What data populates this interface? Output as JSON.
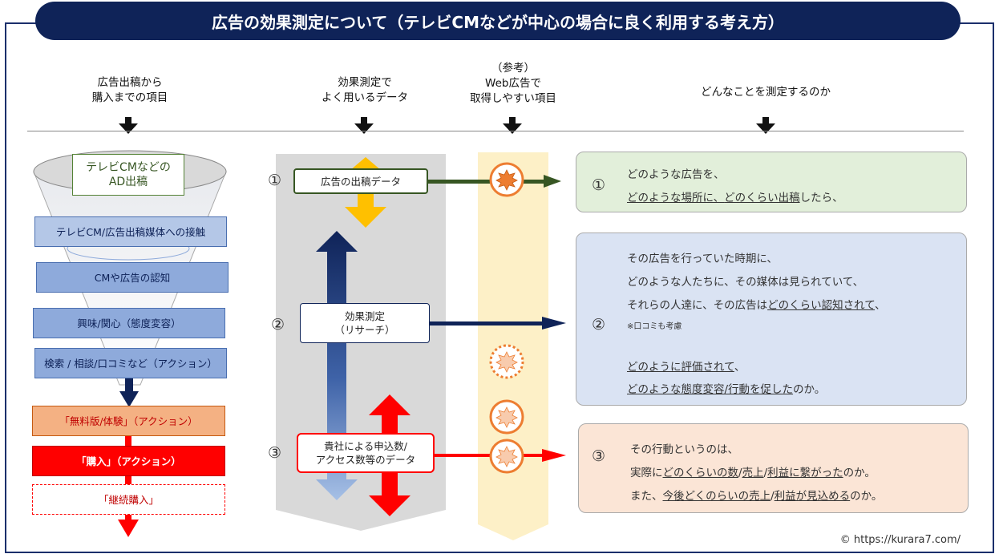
{
  "title": "広告の効果測定について（テレビCMなどが中心の場合に良く利用する考え方）",
  "headers": {
    "col1": "広告出稿から\n購入までの項目",
    "col2": "効果測定で\nよく用いるデータ",
    "col3": "（参考）\nWeb広告で\n取得しやすい項目",
    "col4": "どんなことを測定するのか"
  },
  "funnel": {
    "top": "テレビCMなどの\nAD出稿",
    "steps": [
      "テレビCM/広告出稿媒体への接触",
      "CMや広告の認知",
      "興味/関心（態度変容）",
      "検索 / 相談/口コミなど（アクション）"
    ],
    "actions": [
      "「無料版/体験」（アクション）",
      "「購入」（アクション）",
      "「継続購入」"
    ]
  },
  "data_items": [
    {
      "num": "①",
      "label": "広告の出稿データ"
    },
    {
      "num": "②",
      "label": "効果測定\n（リサーチ）"
    },
    {
      "num": "③",
      "label": "貴社による申込数/\nアクセス数等のデータ"
    }
  ],
  "panels": {
    "p1": {
      "num": "①",
      "line1": "どのような広告を、",
      "line2_u1": "どのような場所に、",
      "line2_u2": "どのくらい出稿",
      "line2_rest": "したら、"
    },
    "p2": {
      "num": "②",
      "line1": "その広告を行っていた時期に、",
      "line2": "どのような人たちに、その媒体は見られていて、",
      "line3_a": "それらの人達に、その広告は",
      "line3_u": "どのくらい認知されて",
      "line3_b": "、",
      "note": "※口コミも考慮",
      "line4_u": "どのように評価されて",
      "line4_b": "、",
      "line5_u": "どのような態度変容/行動を促した",
      "line5_b": "のか。"
    },
    "p3": {
      "num": "③",
      "line1": "その行動というのは、",
      "line2_a": "実際に",
      "line2_u1": "どのくらいの数",
      "line2_s1": "/",
      "line2_u2": "売上",
      "line2_s2": "/",
      "line2_u3": "利益に繋がった",
      "line2_b": "のか。",
      "line3_a": "また、",
      "line3_u1": "今後どくのらいの売上",
      "line3_s": "/",
      "line3_u2": "利益が見込める",
      "line3_b": "のか。"
    }
  },
  "copyright": "© https://kurara7.com/",
  "colors": {
    "navy": "#0f2358",
    "green": "#375623",
    "orange": "#ed7d31",
    "gold": "#ffc000",
    "red": "#ff0000"
  }
}
